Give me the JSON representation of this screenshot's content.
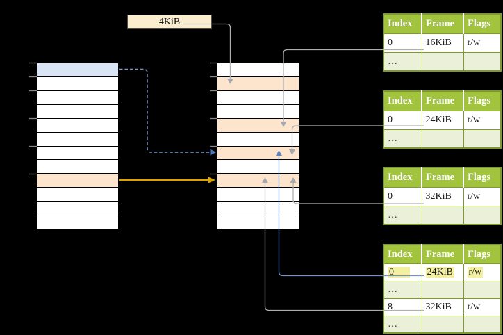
{
  "diagram": {
    "size_label": "4KiB",
    "left_column": {
      "rows": [
        "blue",
        "plain",
        "plain",
        "plain",
        "plain",
        "plain",
        "plain",
        "plain",
        "orange",
        "plain",
        "plain",
        "plain"
      ]
    },
    "middle_column": {
      "rows": [
        "plain",
        "orange",
        "plain",
        "plain",
        "orange",
        "plain",
        "orange",
        "plain",
        "orange",
        "plain",
        "plain",
        "plain"
      ]
    },
    "page_tables": [
      {
        "headers": [
          "Index",
          "Frame",
          "Flags"
        ],
        "rows": [
          {
            "cells": [
              "0",
              "16KiB",
              "r/w"
            ],
            "variant": "row-plain",
            "mark": ""
          },
          {
            "cells": [
              "…",
              "",
              ""
            ],
            "variant": "row-dots",
            "mark": ""
          }
        ]
      },
      {
        "headers": [
          "Index",
          "Frame",
          "Flags"
        ],
        "rows": [
          {
            "cells": [
              "0",
              "24KiB",
              "r/w"
            ],
            "variant": "row-plain",
            "mark": ""
          },
          {
            "cells": [
              "…",
              "",
              ""
            ],
            "variant": "row-dots",
            "mark": ""
          }
        ]
      },
      {
        "headers": [
          "Index",
          "Frame",
          "Flags"
        ],
        "rows": [
          {
            "cells": [
              "0",
              "32KiB",
              "r/w"
            ],
            "variant": "row-plain",
            "mark": ""
          },
          {
            "cells": [
              "…",
              "",
              ""
            ],
            "variant": "row-dots",
            "mark": ""
          }
        ]
      },
      {
        "headers": [
          "Index",
          "Frame",
          "Flags"
        ],
        "rows": [
          {
            "cells": [
              "0",
              "24KiB",
              "r/w"
            ],
            "variant": "row-plain",
            "mark": "hl"
          },
          {
            "cells": [
              "…",
              "",
              ""
            ],
            "variant": "row-dots",
            "mark": ""
          },
          {
            "cells": [
              "8",
              "32KiB",
              "r/w"
            ],
            "variant": "row-plain",
            "mark": ""
          },
          {
            "cells": [
              "…",
              "",
              ""
            ],
            "variant": "row-dots",
            "mark": ""
          }
        ]
      }
    ],
    "colors": {
      "table_header_bg": "#A2C33D",
      "table_border_green": "#7C9A2D",
      "table_dots_row_bg": "#EAF1D8",
      "cell_blue": "#D9E5F5",
      "cell_orange": "#FDE5CD",
      "highlight_yellow": "#F3F1A1",
      "label_box_bg": "#FBEECF",
      "arrow_gray": "#AFAFAF",
      "arrow_blue": "#7193C5",
      "arrow_blue_dashed": "#7E9CCE",
      "arrow_orange": "#DFA004"
    }
  }
}
